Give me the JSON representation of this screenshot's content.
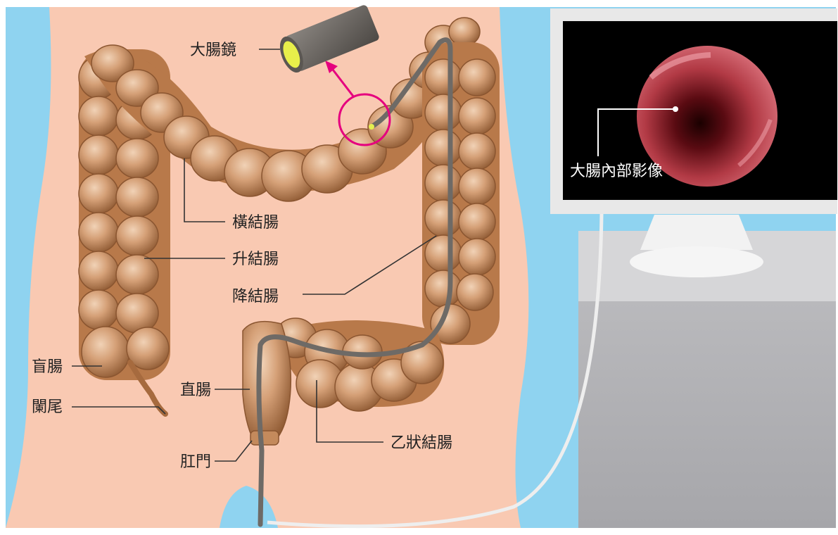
{
  "labels": {
    "colonoscope": "大腸鏡",
    "transverse_colon": "橫結腸",
    "ascending_colon": "升結腸",
    "descending_colon": "降結腸",
    "cecum": "盲腸",
    "appendix": "闌尾",
    "rectum": "直腸",
    "anus": "肛門",
    "sigmoid_colon": "乙狀結腸",
    "monitor_image": "大腸內部影像"
  },
  "colors": {
    "background_blue": "#8fd3f0",
    "skin": "#f9c9b2",
    "colon": "#c98d5c",
    "scope": "#6e6a66",
    "highlight_magenta": "#e5007e",
    "monitor_screen": "#000000",
    "monitor_frame": "#e8e8e8",
    "stand_gray": "#a9a9ad"
  }
}
